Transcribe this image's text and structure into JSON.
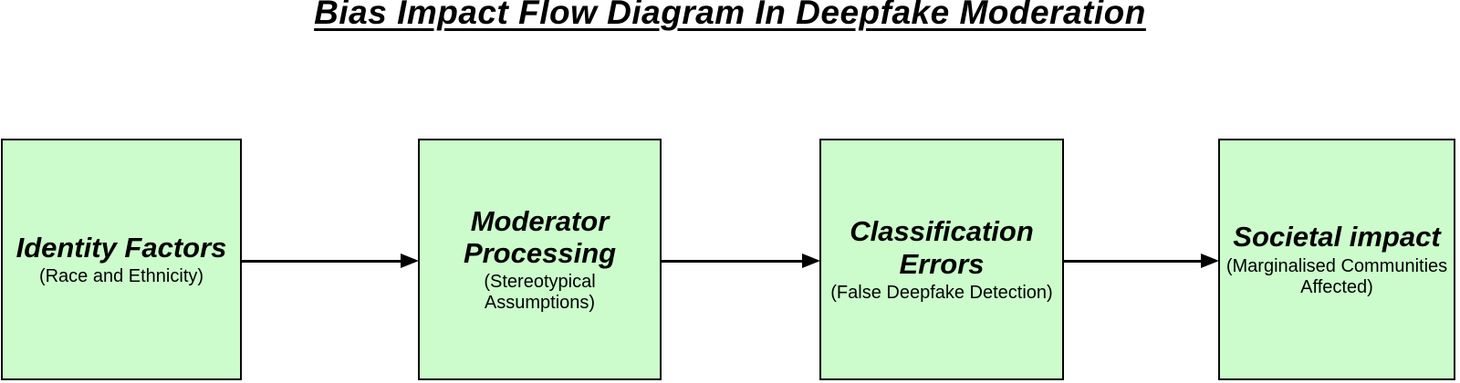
{
  "title": "Bias Impact Flow Diagram In Deepfake Moderation",
  "nodes": [
    {
      "label": "Identity Factors",
      "sublabel": "(Race and Ethnicity)"
    },
    {
      "label": "Moderator Processing",
      "sublabel": "(Stereotypical Assumptions)"
    },
    {
      "label": "Classification Errors",
      "sublabel": "(False Deepfake Detection)"
    },
    {
      "label": "Societal impact",
      "sublabel": "(Marginalised Communities Affected)"
    }
  ],
  "connections": [
    {
      "from": "Identity Factors",
      "to": "Moderator Processing"
    },
    {
      "from": "Moderator Processing",
      "to": "Classification Errors"
    },
    {
      "from": "Classification Errors",
      "to": "Societal impact"
    }
  ],
  "colors": {
    "box_fill": "#ccfccc",
    "box_border": "#000000",
    "arrow": "#000000",
    "background": "#ffffff",
    "text": "#000000"
  }
}
